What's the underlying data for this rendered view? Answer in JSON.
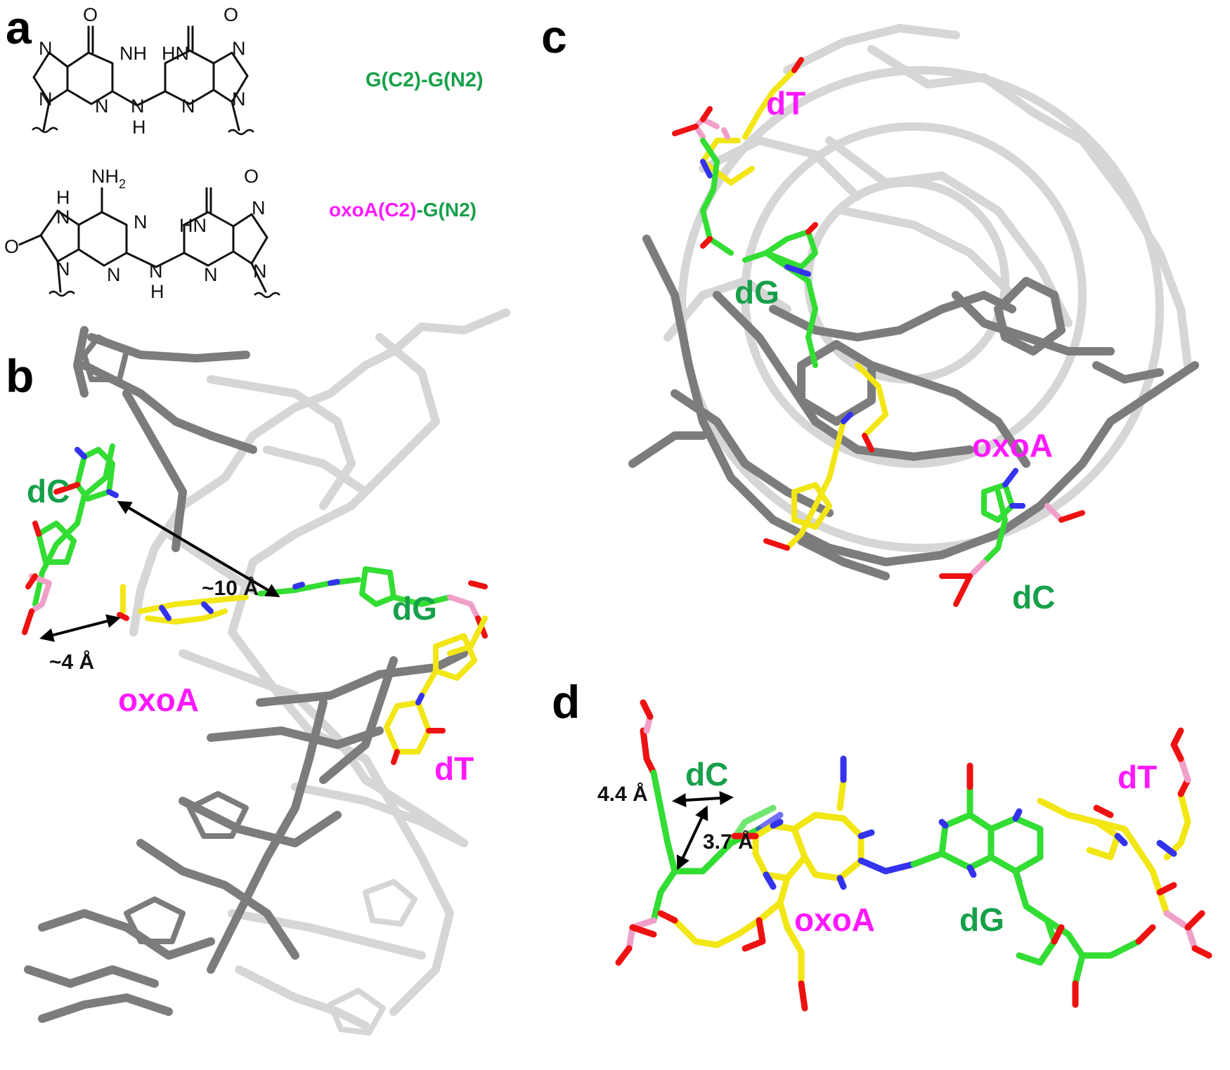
{
  "panels": {
    "a": {
      "letter": "a",
      "struct1": {
        "label": "G(C2)-G(N2)",
        "atoms": {
          "o1": "O",
          "o2": "O",
          "nh1": "NH",
          "hn2": "HN",
          "n_left": "N",
          "n_left2": "N",
          "n_ring": "N",
          "n_ring2": "N",
          "n_right": "N",
          "n_right2": "N",
          "n_bridge": "N",
          "h_bridge": "H"
        }
      },
      "struct2": {
        "label_part1": "oxoA(C2)",
        "label_part2": "-G(N2)",
        "atoms": {
          "nh2_n": "NH",
          "nh2_sub": "2",
          "h_top": "H",
          "n_a": "N",
          "n_b": "N",
          "n_c": "N",
          "o_left": "O",
          "o_right": "O",
          "hn": "HN",
          "n_d": "N",
          "n_e": "N",
          "n_f": "N",
          "n_g": "N",
          "n_bridge": "N",
          "h_bridge": "H"
        }
      }
    },
    "b": {
      "letter": "b",
      "labels": {
        "dC": "dC",
        "dG": "dG",
        "oxoA": "oxoA",
        "dT": "dT"
      },
      "distances": {
        "long": "~10 Å",
        "short": "~4 Å"
      }
    },
    "c": {
      "letter": "c",
      "labels": {
        "dT": "dT",
        "dG": "dG",
        "oxoA": "oxoA",
        "dC": "dC"
      }
    },
    "d": {
      "letter": "d",
      "labels": {
        "dC": "dC",
        "dT": "dT",
        "oxoA": "oxoA",
        "dG": "dG"
      },
      "distances": {
        "d1": "4.4 Å",
        "d2": "3.7 Å"
      }
    }
  },
  "colors": {
    "carbon_green": "#33dd33",
    "carbon_yellow": "#f2e614",
    "nitrogen": "#3333ee",
    "oxygen": "#ee1111",
    "phosphorus": "#f0a0c8",
    "light_gray": "#d4d4d4",
    "dark_gray": "#7a7a7a",
    "label_green": "#17a04a",
    "label_magenta": "#ff19ff"
  }
}
